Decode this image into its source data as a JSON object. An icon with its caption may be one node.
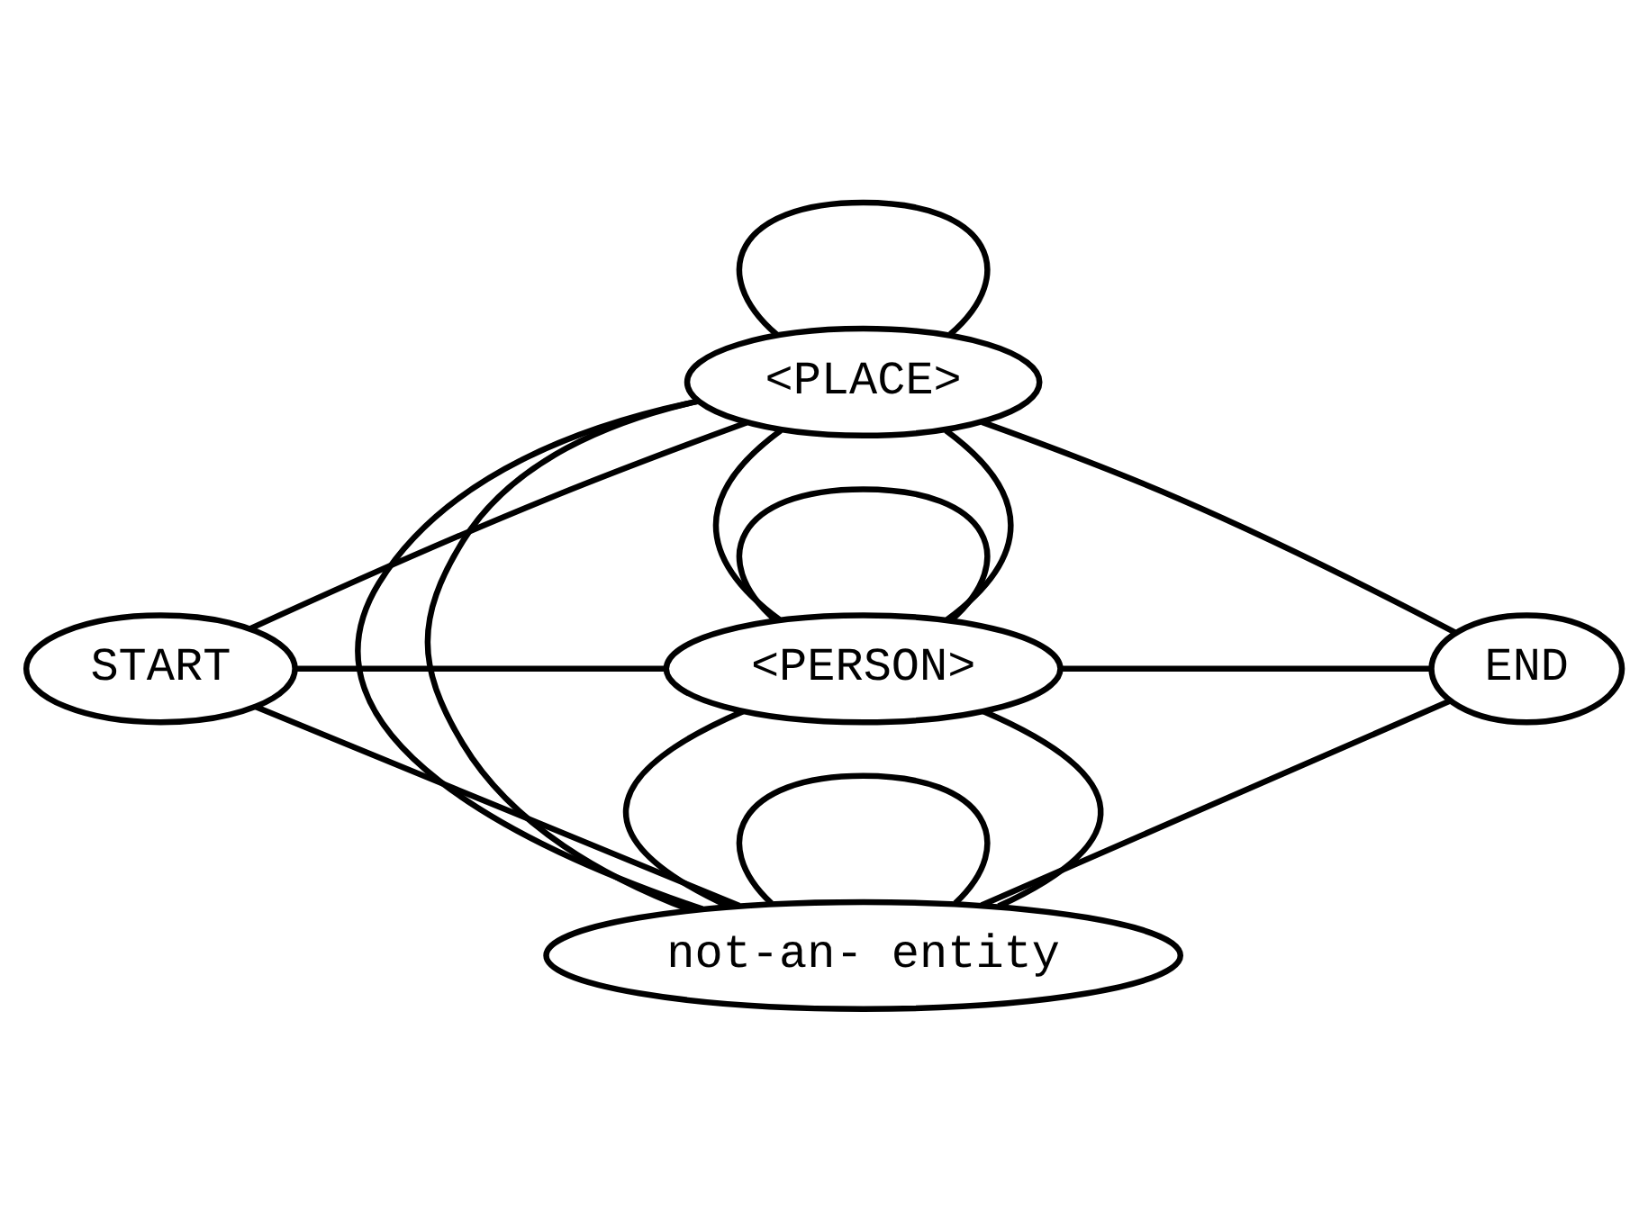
{
  "diagram": {
    "nodes": [
      {
        "text": [
          "<PERSON>"
        ]
      },
      {
        "text": [
          "START"
        ]
      },
      {
        "text": [
          "not-an- entity"
        ]
      },
      {
        "text": [
          "END"
        ]
      },
      {
        "text": [
          "<PLACE>"
        ]
      }
    ],
    "edges": [
      {
        "from": 1,
        "to": 0,
        "arrow": "none"
      },
      {
        "from": 1,
        "to": 2,
        "arrow": "none"
      },
      {
        "from": 1,
        "to": 4,
        "arrow": "none"
      },
      {
        "from": 0,
        "to": 0,
        "arrow": "none"
      },
      {
        "from": 2,
        "to": 2,
        "arrow": "none"
      },
      {
        "from": 4,
        "to": 4,
        "arrow": "none"
      },
      {
        "from": 0,
        "to": 2,
        "arrow": "none"
      },
      {
        "from": 2,
        "to": 0,
        "arrow": "none"
      },
      {
        "from": 2,
        "to": 4,
        "arrow": "none"
      },
      {
        "from": 4,
        "to": 2,
        "arrow": "none"
      },
      {
        "from": 0,
        "to": 4,
        "arrow": "none"
      },
      {
        "from": 4,
        "to": 0,
        "arrow": "none"
      },
      {
        "from": 0,
        "to": 3,
        "arrow": "none"
      },
      {
        "from": 2,
        "to": 3,
        "arrow": "none"
      },
      {
        "from": 4,
        "to": 3,
        "arrow": "none"
      }
    ]
  }
}
